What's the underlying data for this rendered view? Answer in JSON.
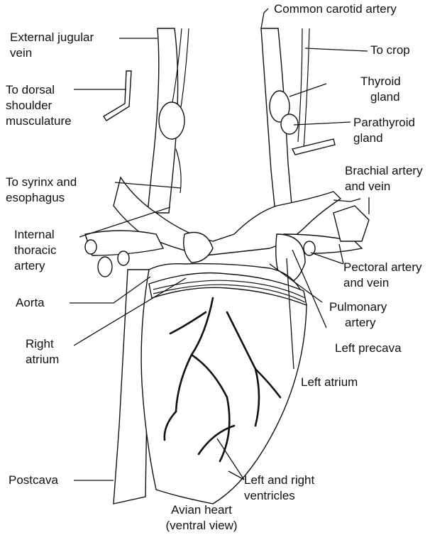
{
  "labels": {
    "external_jugular_vein": [
      "External jugular",
      "vein"
    ],
    "to_dorsal_shoulder": [
      "To dorsal",
      "shoulder",
      "musculature"
    ],
    "to_syrinx": [
      "To syrinx and",
      "esophagus"
    ],
    "internal_thoracic": [
      "Internal",
      "thoracic",
      "artery"
    ],
    "aorta": [
      "Aorta"
    ],
    "right_atrium": [
      "Right",
      "atrium"
    ],
    "postcava": [
      "Postcava"
    ],
    "common_carotid": [
      "Common carotid artery"
    ],
    "to_crop": [
      "To crop"
    ],
    "thyroid": [
      "Thyroid",
      "gland"
    ],
    "parathyroid": [
      "Parathyroid",
      "gland"
    ],
    "brachial": [
      "Brachial artery",
      "and vein"
    ],
    "pectoral": [
      "Pectoral artery",
      "and vein"
    ],
    "pulmonary": [
      "Pulmonary",
      "artery"
    ],
    "left_precava": [
      "Left precava"
    ],
    "left_atrium": [
      "Left atrium"
    ],
    "ventricles": [
      "Left and right",
      "ventricles"
    ]
  },
  "caption": [
    "Avian heart",
    "(ventral view)"
  ],
  "colors": {
    "ink": "#111111",
    "paper": "#ffffff"
  }
}
